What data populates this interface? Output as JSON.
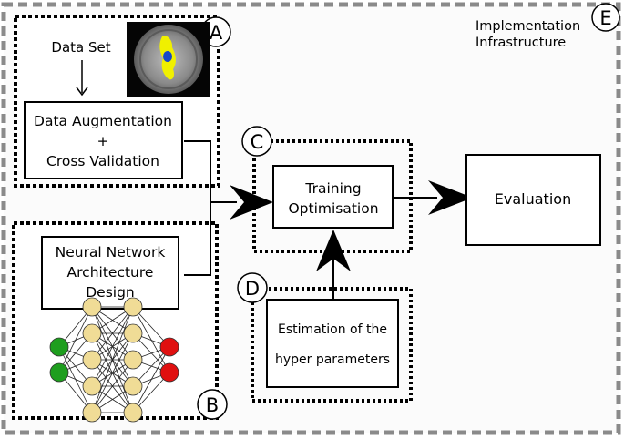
{
  "infrastructure": {
    "letter": "E",
    "line1": "Implementation",
    "line2": "Infrastructure"
  },
  "panel_a": {
    "letter": "A",
    "dataset_label": "Data Set",
    "box_line1": "Data Augmentation",
    "box_line2": "+",
    "box_line3": "Cross Validation"
  },
  "panel_b": {
    "letter": "B",
    "box_line1": "Neural Network",
    "box_line2": "Architecture",
    "box_line3": "Design"
  },
  "panel_c": {
    "letter": "C",
    "box_line1": "Training",
    "box_line2": "Optimisation"
  },
  "panel_d": {
    "letter": "D",
    "box_line1": "Estimation of the",
    "box_line2": "hyper parameters"
  },
  "evaluation": {
    "label": "Evaluation"
  },
  "network": {
    "input_nodes": 2,
    "hidden_layer_nodes": [
      5,
      5
    ],
    "output_nodes": 2,
    "input_color": "#1e9e1e",
    "hidden_color": "#f0dc96",
    "output_color": "#e01010"
  },
  "mri": {
    "lesion_color": "#f0f000",
    "core_color": "#1848c8"
  }
}
